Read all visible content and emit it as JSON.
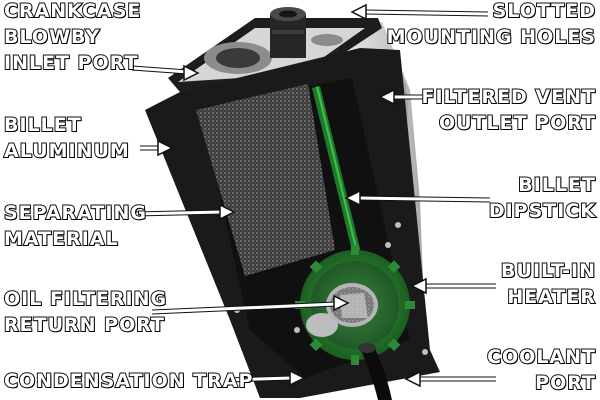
{
  "labels": {
    "crankcase_blowby_inlet_port": [
      "CRANKCASE",
      "BLOWBY",
      "INLET PORT"
    ],
    "billet_aluminum": [
      "BILLET",
      "ALUMINUM"
    ],
    "separating_material": [
      "SEPARATING",
      "MATERIAL"
    ],
    "oil_filtering_return_port": [
      "OIL FILTERING",
      "RETURN PORT"
    ],
    "condensation_trap": [
      "CONDENSATION TRAP"
    ],
    "slotted_mounting_holes": [
      "SLOTTED",
      "MOUNTING HOLES"
    ],
    "filtered_vent_outlet_port": [
      "FILTERED VENT",
      "OUTLET PORT"
    ],
    "billet_dipstick": [
      "BILLET",
      "DIPSTICK"
    ],
    "built_in_heater": [
      "BUILT-IN",
      "HEATER"
    ],
    "coolant_port": [
      "COOLANT",
      "PORT"
    ]
  },
  "colors": {
    "body": "#1a1a1a",
    "filter_media": "#4a4a4a",
    "dipstick": "#1f7a2a",
    "heater": "#2e7d32",
    "aluminum": "#c8c8c8"
  }
}
